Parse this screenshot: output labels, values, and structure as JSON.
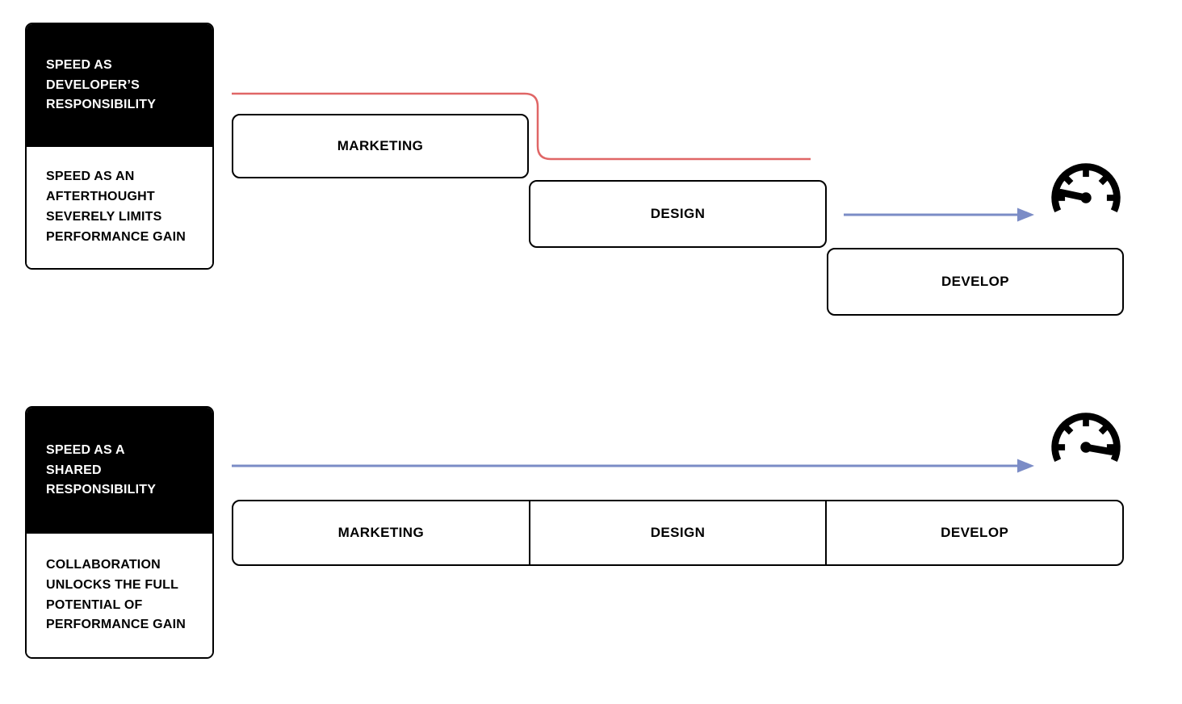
{
  "colors": {
    "red": "#e06666",
    "blue": "#7b8cc6",
    "black": "#000000",
    "white": "#ffffff"
  },
  "top_flow": {
    "card": {
      "title": "SPEED AS\nDEVELOPER’S\nRESPONSIBILITY",
      "description": "SPEED AS AN\nAFTERTHOUGHT\nSEVERELY LIMITS\nPERFORMANCE GAIN"
    },
    "stages": [
      {
        "label": "MARKETING"
      },
      {
        "label": "DESIGN"
      },
      {
        "label": "DEVELOP"
      }
    ],
    "gauge_reading": "slow",
    "gauge_icon": "speedometer-slow-icon"
  },
  "bottom_flow": {
    "card": {
      "title": "SPEED AS A\nSHARED\nRESPONSIBILITY",
      "description": "COLLABORATION\nUNLOCKS THE FULL\nPOTENTIAL OF\nPERFORMANCE GAIN"
    },
    "stages": [
      {
        "label": "MARKETING"
      },
      {
        "label": "DESIGN"
      },
      {
        "label": "DEVELOP"
      }
    ],
    "gauge_reading": "fast",
    "gauge_icon": "speedometer-fast-icon"
  }
}
